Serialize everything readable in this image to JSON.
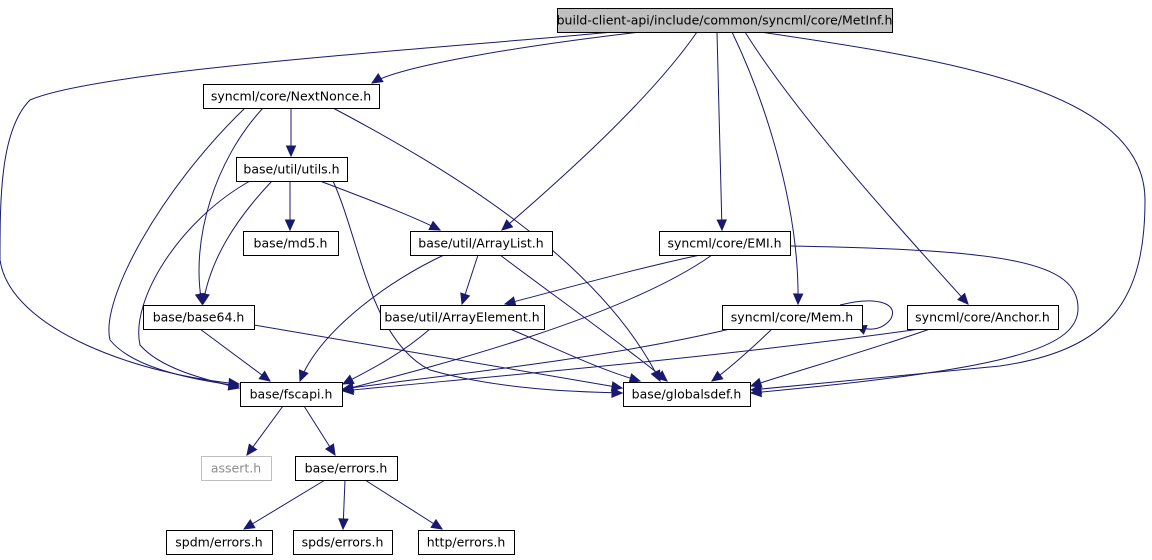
{
  "graph": {
    "colors": {
      "edge": "#191970",
      "root_fill": "#bfbfbf",
      "missing_stroke": "#bfbfbf",
      "node_stroke": "#000000"
    },
    "nodes": [
      {
        "id": "metinf",
        "label": "build-client-api/include/common/syncml/core/MetInf.h",
        "kind": "root"
      },
      {
        "id": "nextnonce",
        "label": "syncml/core/NextNonce.h",
        "kind": "normal"
      },
      {
        "id": "utils",
        "label": "base/util/utils.h",
        "kind": "normal"
      },
      {
        "id": "md5",
        "label": "base/md5.h",
        "kind": "normal"
      },
      {
        "id": "arraylist",
        "label": "base/util/ArrayList.h",
        "kind": "normal"
      },
      {
        "id": "emi",
        "label": "syncml/core/EMI.h",
        "kind": "normal"
      },
      {
        "id": "base64",
        "label": "base/base64.h",
        "kind": "normal"
      },
      {
        "id": "arrayelement",
        "label": "base/util/ArrayElement.h",
        "kind": "normal"
      },
      {
        "id": "mem",
        "label": "syncml/core/Mem.h",
        "kind": "normal"
      },
      {
        "id": "anchor",
        "label": "syncml/core/Anchor.h",
        "kind": "normal"
      },
      {
        "id": "fscapi",
        "label": "base/fscapi.h",
        "kind": "normal"
      },
      {
        "id": "globalsdef",
        "label": "base/globalsdef.h",
        "kind": "normal"
      },
      {
        "id": "assert",
        "label": "assert.h",
        "kind": "missing"
      },
      {
        "id": "errors",
        "label": "base/errors.h",
        "kind": "normal"
      },
      {
        "id": "spdmerrors",
        "label": "spdm/errors.h",
        "kind": "normal"
      },
      {
        "id": "spdserrors",
        "label": "spds/errors.h",
        "kind": "normal"
      },
      {
        "id": "httperrors",
        "label": "http/errors.h",
        "kind": "normal"
      }
    ],
    "edges": [
      {
        "from": "metinf",
        "to": "nextnonce"
      },
      {
        "from": "metinf",
        "to": "arraylist"
      },
      {
        "from": "metinf",
        "to": "emi"
      },
      {
        "from": "metinf",
        "to": "mem"
      },
      {
        "from": "metinf",
        "to": "anchor"
      },
      {
        "from": "metinf",
        "to": "fscapi"
      },
      {
        "from": "metinf",
        "to": "globalsdef"
      },
      {
        "from": "nextnonce",
        "to": "utils"
      },
      {
        "from": "nextnonce",
        "to": "base64"
      },
      {
        "from": "nextnonce",
        "to": "fscapi"
      },
      {
        "from": "nextnonce",
        "to": "globalsdef"
      },
      {
        "from": "utils",
        "to": "md5"
      },
      {
        "from": "utils",
        "to": "arraylist"
      },
      {
        "from": "utils",
        "to": "base64"
      },
      {
        "from": "utils",
        "to": "fscapi"
      },
      {
        "from": "utils",
        "to": "globalsdef"
      },
      {
        "from": "arraylist",
        "to": "arrayelement"
      },
      {
        "from": "arraylist",
        "to": "fscapi"
      },
      {
        "from": "arraylist",
        "to": "globalsdef"
      },
      {
        "from": "emi",
        "to": "arrayelement"
      },
      {
        "from": "emi",
        "to": "fscapi"
      },
      {
        "from": "emi",
        "to": "globalsdef"
      },
      {
        "from": "base64",
        "to": "fscapi"
      },
      {
        "from": "base64",
        "to": "globalsdef"
      },
      {
        "from": "arrayelement",
        "to": "fscapi"
      },
      {
        "from": "arrayelement",
        "to": "globalsdef"
      },
      {
        "from": "mem",
        "to": "mem"
      },
      {
        "from": "mem",
        "to": "fscapi"
      },
      {
        "from": "mem",
        "to": "globalsdef"
      },
      {
        "from": "anchor",
        "to": "fscapi"
      },
      {
        "from": "anchor",
        "to": "globalsdef"
      },
      {
        "from": "fscapi",
        "to": "assert"
      },
      {
        "from": "fscapi",
        "to": "errors"
      },
      {
        "from": "errors",
        "to": "spdmerrors"
      },
      {
        "from": "errors",
        "to": "spdserrors"
      },
      {
        "from": "errors",
        "to": "httperrors"
      }
    ]
  }
}
